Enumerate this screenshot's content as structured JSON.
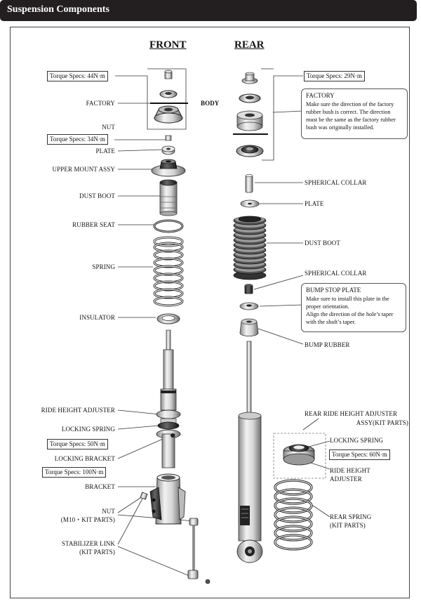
{
  "header": {
    "title": "Suspension Components"
  },
  "columns": {
    "front": "FRONT",
    "rear": "REAR"
  },
  "front": {
    "torque_top": "Torque Specs: 44N·m",
    "factory": "FACTORY",
    "body": "BODY",
    "nut": "NUT",
    "torque_nut": "Torque Specs: 34N·m",
    "plate": "PLATE",
    "upper_mount": "UPPER MOUNT ASSY",
    "dust_boot": "DUST BOOT",
    "rubber_seat": "RUBBER SEAT",
    "spring": "SPRING",
    "insulator": "INSULATOR",
    "ride_height_adjuster": "RIDE HEIGHT ADJUSTER",
    "locking_spring": "LOCKING SPRING",
    "torque_locking": "Torque Specs: 50N·m",
    "locking_bracket": "LOCKING BRACKET",
    "torque_bracket": "Torque Specs: 100N·m",
    "bracket": "BRACKET",
    "nut_kit_1": "NUT",
    "nut_kit_2": "(M10・KIT PARTS)",
    "stab_link_1": "STABILIZER LINK",
    "stab_link_2": "(KIT PARTS)"
  },
  "rear": {
    "torque_top": "Torque Specs: 29N·m",
    "factory_title": "FACTORY",
    "factory_l1": "Make sure the direction of the factory",
    "factory_l2": "rubber bush is correct. The direction",
    "factory_l3": "must be the same as the factory rubber",
    "factory_l4": "bush was originally installed.",
    "spherical_collar_1": "SPHERICAL COLLAR",
    "plate": "PLATE",
    "dust_boot": "DUST BOOT",
    "spherical_collar_2": "SPHERICAL COLLAR",
    "bump_title": "BUMP STOP PLATE",
    "bump_l1": "Make sure to install this plate in the",
    "bump_l2": "proper orientation.",
    "bump_l3": "Align the direction of the hole’s taper",
    "bump_l4": "with the shaft’s taper.",
    "bump_rubber": "BUMP RUBBER",
    "rrha_1": "REAR RIDE HEIGHT ADJUSTER",
    "rrha_2": "ASSY(KIT PARTS)",
    "locking_spring": "LOCKING SPRING",
    "torque_adj": "Torque Specs: 60N·m",
    "rha_1": "RIDE HEIGHT",
    "rha_2": "ADJUSTER",
    "rear_spring_1": "REAR SPRING",
    "rear_spring_2": "(KIT PARTS)"
  }
}
